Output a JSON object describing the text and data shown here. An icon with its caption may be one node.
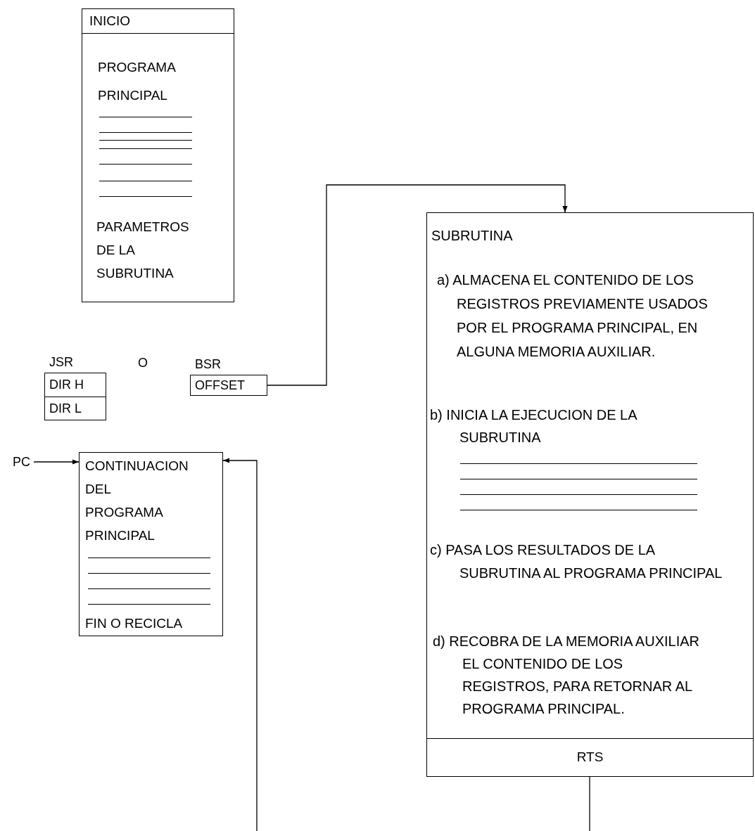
{
  "diagram": {
    "nodes": [
      {
        "text": [
          "INICIO",
          "PROGRAMA PRINCIPAL",
          "PARAMETROS DE LA SUBRUTINA"
        ]
      },
      {
        "text": [
          "SUBRUTINA",
          "a) ALMACENA EL CONTENIDO DE LOS REGISTROS PREVIAMENTE USADOS POR EL PROGRAMA PRINCIPAL, EN ALGUNA MEMORIA AUXILIAR.",
          "b) INICIA LA EJECUCION DE LA SUBRUTINA",
          "c) PASA LOS RESULTADOS DE LA SUBRUTINA AL PROGRAMA PRINCIPAL",
          "d) RECOBRA DE LA MEMORIA AUXILIAR EL CONTENIDO DE LOS REGISTROS, PARA RETORNAR AL PROGRAMA PRINCIPAL."
        ]
      },
      {
        "text": [
          "RTS"
        ],
        "in": 1
      },
      {
        "text": [
          "DIR H"
        ],
        "beside": [
          "JSR"
        ]
      },
      {
        "text": [
          "DIR L"
        ]
      },
      {
        "text": [
          "OFFSET"
        ],
        "beside": [
          "BSR"
        ]
      },
      {
        "text": [
          "PC"
        ]
      },
      {
        "text": [
          "CONTINUACION DEL PROGRAMA PRINCIPAL",
          "FIN O RECICLA"
        ]
      }
    ],
    "edges": [
      {
        "from": 5,
        "to": 1,
        "arrow": "to"
      },
      {
        "from": 6,
        "to": 7,
        "arrow": "to"
      },
      {
        "from": 2,
        "to": null,
        "arrow": "none"
      },
      {
        "from": null,
        "to": 7,
        "arrow": "to"
      }
    ],
    "labels": [
      "O"
    ]
  }
}
